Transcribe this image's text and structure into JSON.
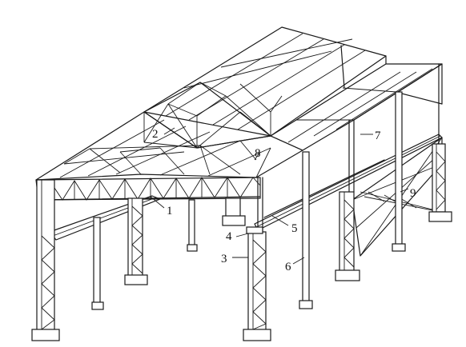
{
  "diagram": {
    "labels": [
      "1",
      "2",
      "3",
      "4",
      "5",
      "6",
      "7",
      "8",
      "9"
    ]
  },
  "colors": {
    "line": "#1a1a1a",
    "background": "#ffffff"
  }
}
